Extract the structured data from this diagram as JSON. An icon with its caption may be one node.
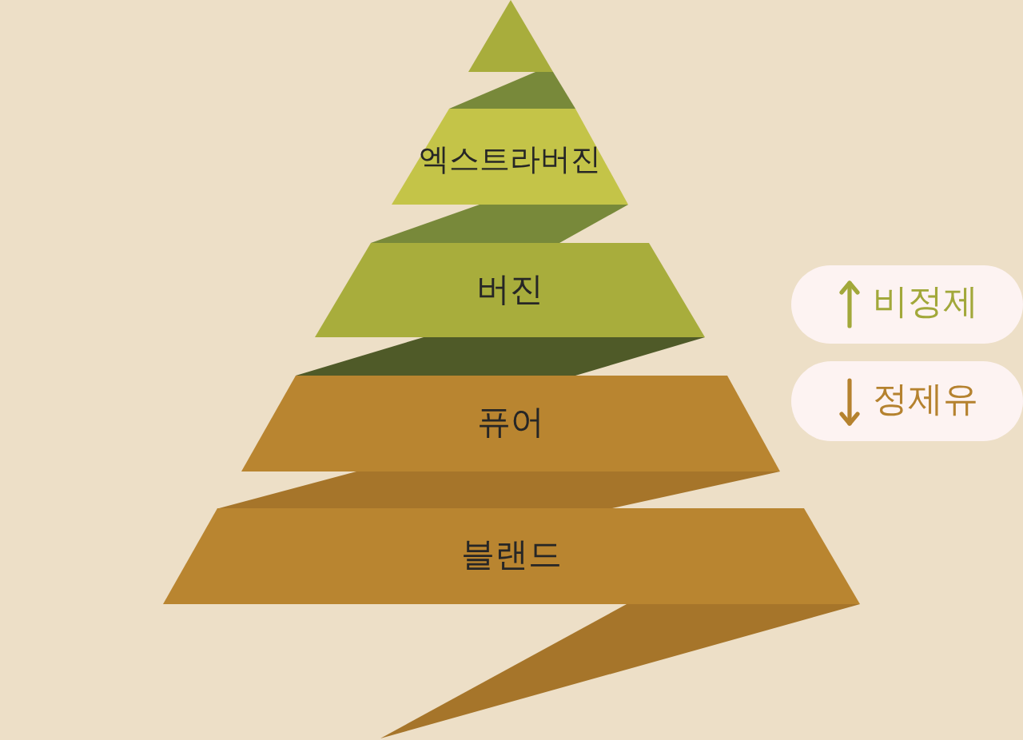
{
  "diagram": {
    "nodes": [
      {
        "text": [],
        "shape": "triangle"
      },
      {
        "text": [],
        "shape": "band"
      },
      {
        "text": [
          "엑스트라버진"
        ]
      },
      {
        "text": [],
        "shape": "band"
      },
      {
        "text": [
          "버진"
        ]
      },
      {
        "text": [],
        "shape": "band"
      },
      {
        "text": [
          "퓨어"
        ]
      },
      {
        "text": [],
        "shape": "band"
      },
      {
        "text": [
          "블랜드"
        ]
      },
      {
        "text": [],
        "shape": "band"
      },
      {
        "text": [
          "비정제"
        ]
      },
      {
        "text": [
          "정제유"
        ]
      }
    ]
  }
}
